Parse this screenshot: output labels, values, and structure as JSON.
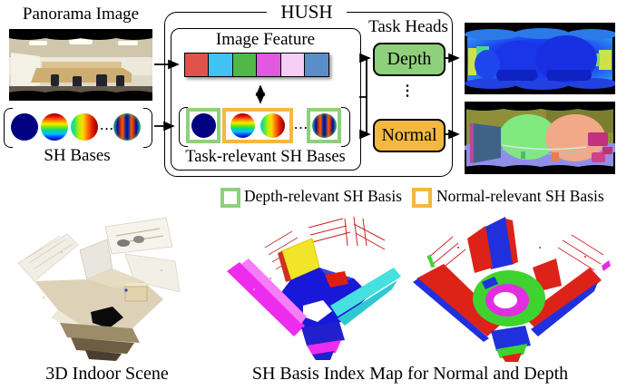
{
  "colors": {
    "depth_green": "#8fd07d",
    "normal_orange": "#f2b841"
  },
  "panorama": {
    "label": "Panorama Image"
  },
  "sh_bases": {
    "label": "SH Bases",
    "ellipsis": "···"
  },
  "hush": {
    "title": "HUSH",
    "image_feature_label": "Image Feature",
    "feature_colors": [
      "#e0534a",
      "#41c2f2",
      "#4fb848",
      "#e158e1",
      "#f6cdf4",
      "#5b8ec9"
    ],
    "task_relevant_label": "Task-relevant SH Bases",
    "ellipsis": "···"
  },
  "task_heads": {
    "label": "Task Heads",
    "depth_label": "Depth",
    "normal_label": "Normal",
    "ellipsis": "⋮"
  },
  "legend": {
    "depth": {
      "label": "Depth-relevant SH Basis",
      "color": "#8fd07d"
    },
    "normal": {
      "label": "Normal-relevant SH Basis",
      "color": "#f2b841"
    }
  },
  "bottom": {
    "scene_label": "3D Indoor Scene",
    "index_map_label": "SH Basis Index Map for Normal and Depth"
  }
}
